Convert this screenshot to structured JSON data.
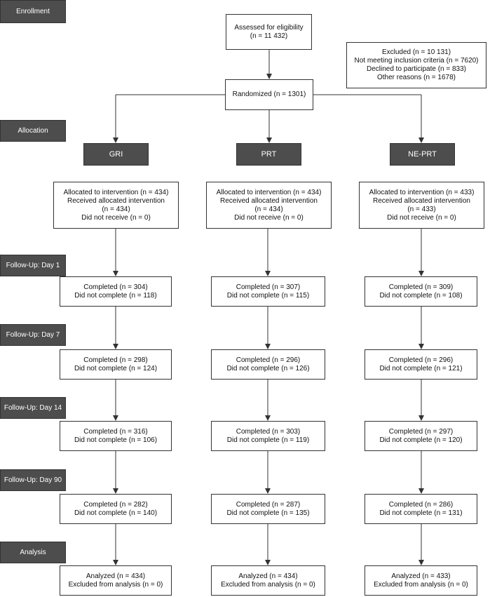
{
  "stages": {
    "enrollment": "Enrollment",
    "allocation": "Allocation",
    "followup_day1": "Follow-Up: Day 1",
    "followup_day7": "Follow-Up: Day 7",
    "followup_day14": "Follow-Up: Day 14",
    "followup_day90": "Follow-Up: Day 90",
    "analysis": "Analysis"
  },
  "assessed": {
    "line1": "Assessed for eligibility",
    "line2": "(n = 11 432)"
  },
  "excluded": {
    "line1": "Excluded (n = 10 131)",
    "line2": "Not meeting inclusion criteria (n = 7620)",
    "line3": "Declined to participate (n = 833)",
    "line4": "Other reasons (n = 1678)"
  },
  "randomized": "Randomized (n = 1301)",
  "arms": [
    {
      "name": "GRI",
      "allocation": {
        "line1": "Allocated to intervention (n = 434)",
        "line2": "Received allocated intervention",
        "line3": "(n = 434)",
        "line4": "Did not receive (n = 0)"
      },
      "day1": {
        "completed": "Completed (n = 304)",
        "not_completed": "Did not complete (n = 118)"
      },
      "day7": {
        "completed": "Completed (n = 298)",
        "not_completed": "Did not complete (n = 124)"
      },
      "day14": {
        "completed": "Completed (n = 316)",
        "not_completed": "Did not complete (n = 106)"
      },
      "day90": {
        "completed": "Completed (n = 282)",
        "not_completed": "Did not complete (n = 140)"
      },
      "analysis": {
        "analyzed": "Analyzed (n = 434)",
        "excluded": "Excluded from analysis (n = 0)"
      }
    },
    {
      "name": "PRT",
      "allocation": {
        "line1": "Allocated to intervention (n = 434)",
        "line2": "Received allocated intervention",
        "line3": "(n = 434)",
        "line4": "Did not receive (n = 0)"
      },
      "day1": {
        "completed": "Completed (n = 307)",
        "not_completed": "Did not complete (n = 115)"
      },
      "day7": {
        "completed": "Completed (n = 296)",
        "not_completed": "Did not complete (n = 126)"
      },
      "day14": {
        "completed": "Completed (n = 303)",
        "not_completed": "Did not complete (n = 119)"
      },
      "day90": {
        "completed": "Completed (n = 287)",
        "not_completed": "Did not complete (n = 135)"
      },
      "analysis": {
        "analyzed": "Analyzed (n = 434)",
        "excluded": "Excluded from analysis (n = 0)"
      }
    },
    {
      "name": "NE-PRT",
      "allocation": {
        "line1": "Allocated to intervention (n = 433)",
        "line2": "Received allocated intervention",
        "line3": "(n = 433)",
        "line4": "Did not receive (n = 0)"
      },
      "day1": {
        "completed": "Completed (n = 309)",
        "not_completed": "Did not complete (n = 108)"
      },
      "day7": {
        "completed": "Completed (n = 296)",
        "not_completed": "Did not complete (n = 121)"
      },
      "day14": {
        "completed": "Completed (n = 297)",
        "not_completed": "Did not complete (n = 120)"
      },
      "day90": {
        "completed": "Completed (n = 286)",
        "not_completed": "Did not complete (n = 131)"
      },
      "analysis": {
        "analyzed": "Analyzed (n = 433)",
        "excluded": "Excluded from analysis (n = 0)"
      }
    }
  ],
  "colors": {
    "stage_fill": "#4d4d4d",
    "stage_text": "#ffffff",
    "line": "#333333"
  }
}
